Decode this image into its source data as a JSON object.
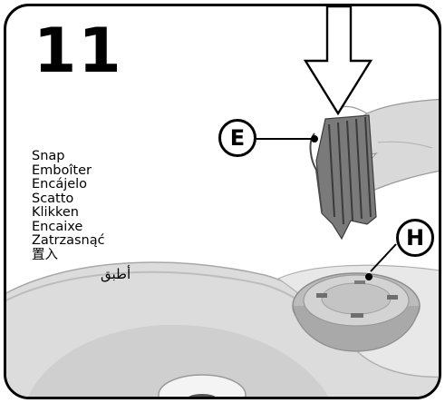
{
  "step": {
    "number": "11",
    "labels": [
      "Snap",
      "Emboîter",
      "Encájelo",
      "Scatto",
      "Klikken",
      "Encaixe",
      "Zatrzasnąć",
      "置入"
    ],
    "arabic_label": "أطبق"
  },
  "callouts": {
    "e": "E",
    "h": "H"
  }
}
